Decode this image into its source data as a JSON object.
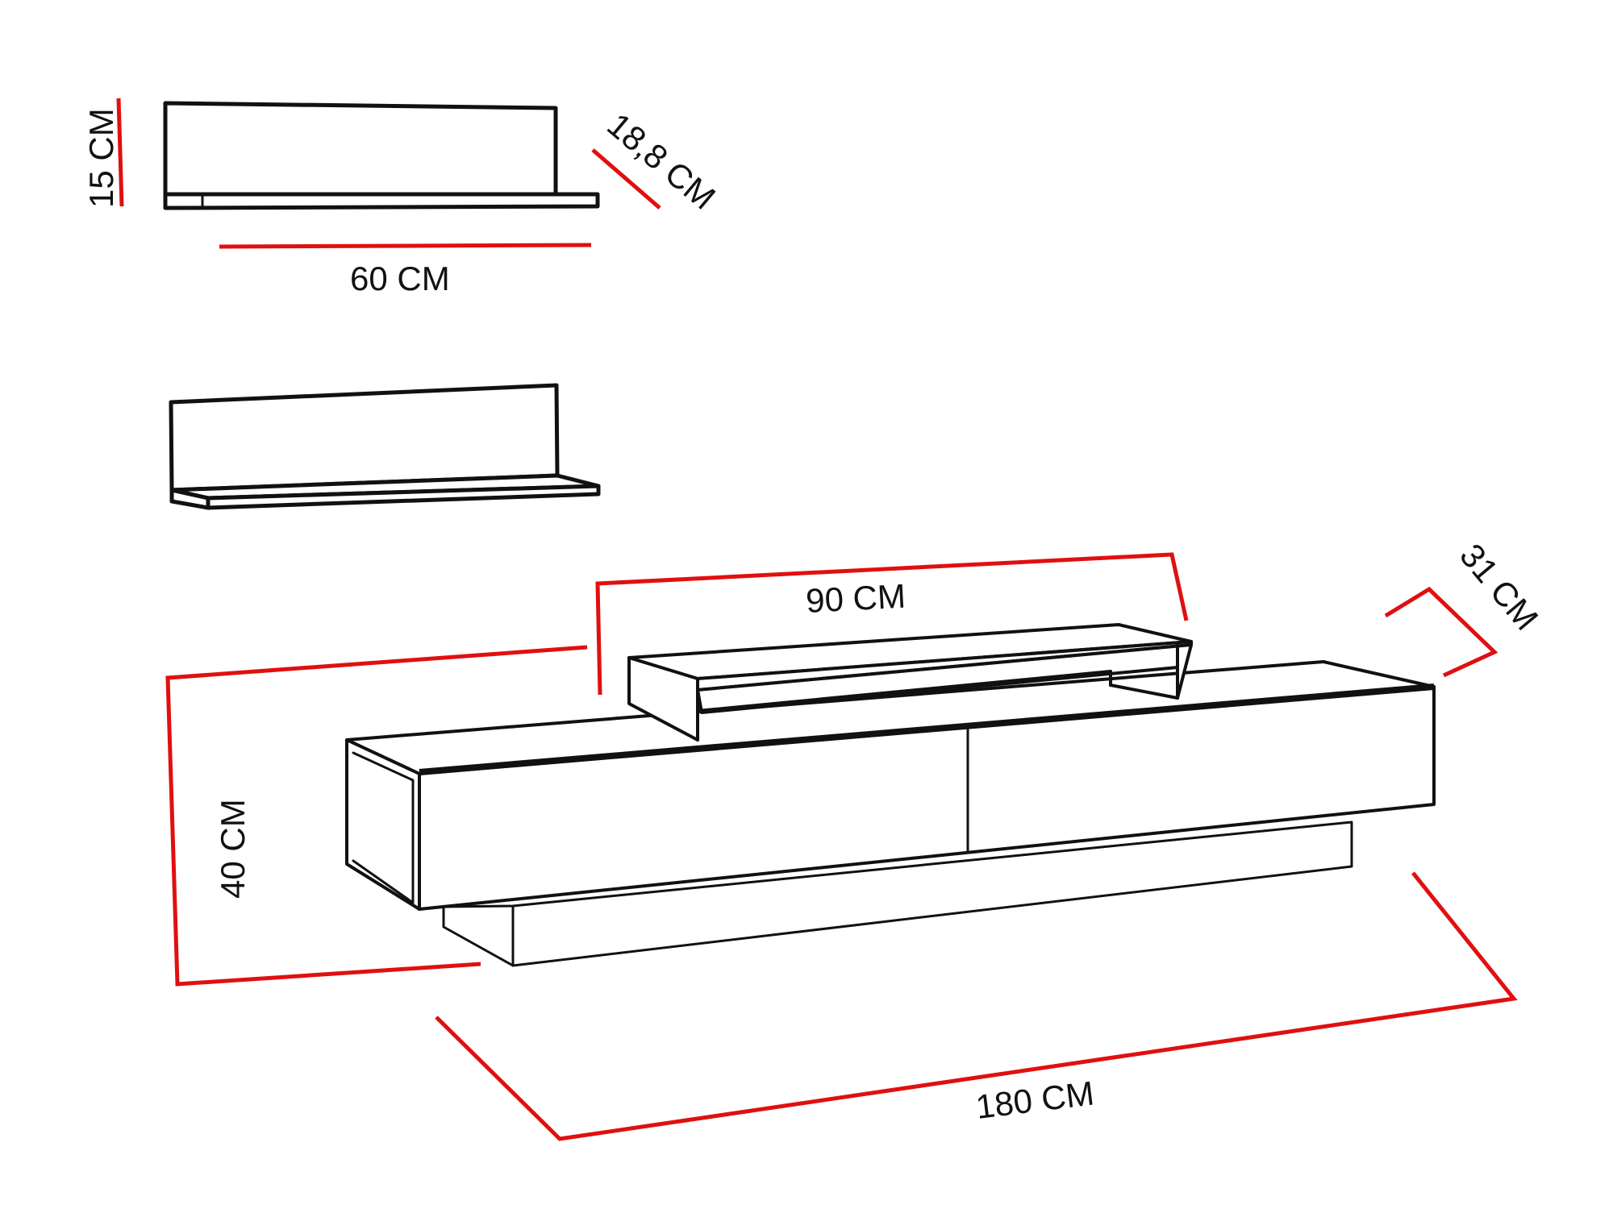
{
  "diagram": {
    "title": "TV unit and wall shelves dimension drawing",
    "colors": {
      "outline": "#111111",
      "dimension": "#e01010",
      "background": "#ffffff"
    },
    "wall_shelf": {
      "height_label": "15 CM",
      "depth_label": "18,8 CM",
      "width_label": "60 CM"
    },
    "tv_unit": {
      "top_shelf_width_label": "90 CM",
      "depth_label": "31 CM",
      "height_label": "40 CM",
      "width_label": "180 CM"
    }
  }
}
